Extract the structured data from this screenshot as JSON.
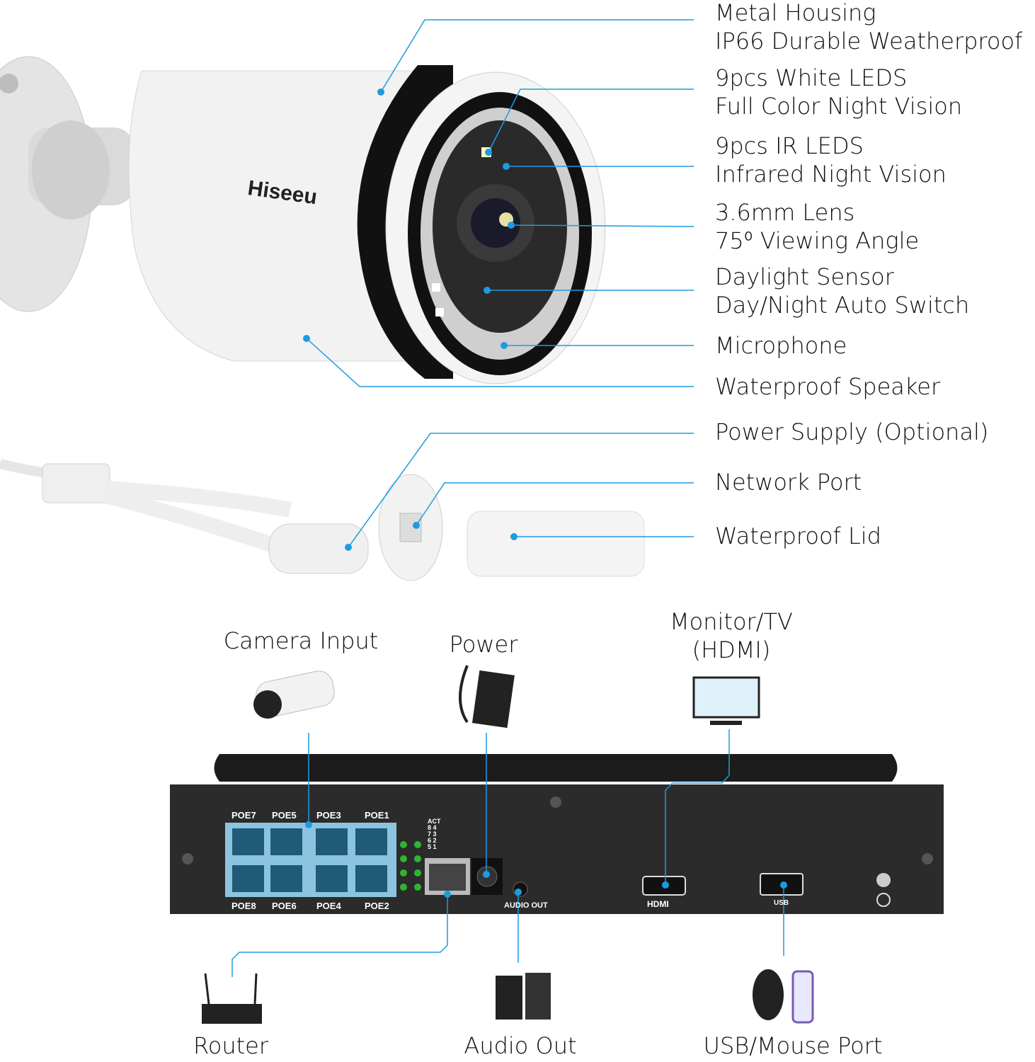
{
  "brand": "Hiseeu",
  "camera_features": [
    {
      "line1": "Metal Housing",
      "line2": "IP66 Durable Weatherproof"
    },
    {
      "line1": "9pcs White LEDS",
      "line2": "Full Color Night Vision"
    },
    {
      "line1": "9pcs IR LEDS",
      "line2": "Infrared Night Vision"
    },
    {
      "line1": "3.6mm Lens",
      "line2": "75⁰ Viewing Angle"
    },
    {
      "line1": "Daylight Sensor",
      "line2": "Day/Night Auto Switch"
    },
    {
      "line1": "Microphone"
    },
    {
      "line1": "Waterproof Speaker"
    },
    {
      "line1": "Power Supply (Optional)"
    },
    {
      "line1": "Network Port"
    },
    {
      "line1": "Waterproof Lid"
    }
  ],
  "nvr": {
    "top_labels": {
      "camera_input": "Camera Input",
      "power": "Power",
      "monitor_line1": "Monitor/TV",
      "monitor_line2": "(HDMI)"
    },
    "bottom_labels": {
      "router": "Router",
      "audio_out": "Audio Out",
      "usb": "USB/Mouse Port"
    },
    "ports_top": [
      "POE7",
      "POE5",
      "POE3",
      "POE1"
    ],
    "ports_bottom": [
      "POE8",
      "POE6",
      "POE4",
      "POE2"
    ],
    "act_table": [
      "ACT",
      "8 4",
      "7 3",
      "6 2",
      "5 1"
    ],
    "audio_out_label": "AUDIO OUT",
    "hdmi_label": "HDMI",
    "usb_label": "USB"
  },
  "colors": {
    "leader": "#1e9be0",
    "nvr_body": "#2b2b2b",
    "poe_panel": "#8cc4e0"
  }
}
